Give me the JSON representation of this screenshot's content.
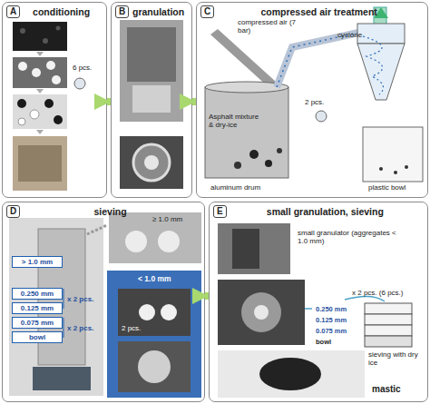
{
  "diagram": {
    "nodes": [
      {
        "text": [
          "A",
          "conditioning"
        ]
      },
      {
        "text": [
          "B",
          "granulation"
        ]
      },
      {
        "text": [
          "C",
          "compressed air treatment"
        ]
      },
      {
        "text": [
          "D",
          "sieving"
        ]
      },
      {
        "text": [
          "> 1.0 mm"
        ],
        "in": 3
      },
      {
        "text": [
          "0.250 mm"
        ],
        "in": 3
      },
      {
        "text": [
          "0.125 mm"
        ],
        "in": 3
      },
      {
        "text": [
          "0.075 mm"
        ],
        "in": 3
      },
      {
        "text": [
          "bowl"
        ],
        "in": 3
      },
      {
        "text": [
          "E",
          "small granulation, sieving"
        ]
      }
    ],
    "edges": [
      {
        "from": 0,
        "to": 1,
        "arrow": "to"
      },
      {
        "from": 1,
        "to": 2,
        "arrow": "to"
      },
      {
        "from": 3,
        "to": 9,
        "arrow": "to"
      }
    ],
    "labels": [
      "6 pcs.",
      "compressed air (7 bar)",
      "cyclone",
      "2 pcs.",
      "Asphalt mixture & dry-ice",
      "aluminum drum",
      "plastic bowl",
      "≥ 1.0 mm",
      "x 2 pcs.",
      "x 2 pcs.",
      "< 1.0 mm",
      "2 pcs.",
      "small granulator (aggregates < 1.0 mm)",
      "x 2 pcs. (6 pcs.)",
      "0.250 mm",
      "0.125 mm",
      "0.075 mm",
      "bowl",
      "sieving with dry ice",
      "mastic"
    ]
  }
}
